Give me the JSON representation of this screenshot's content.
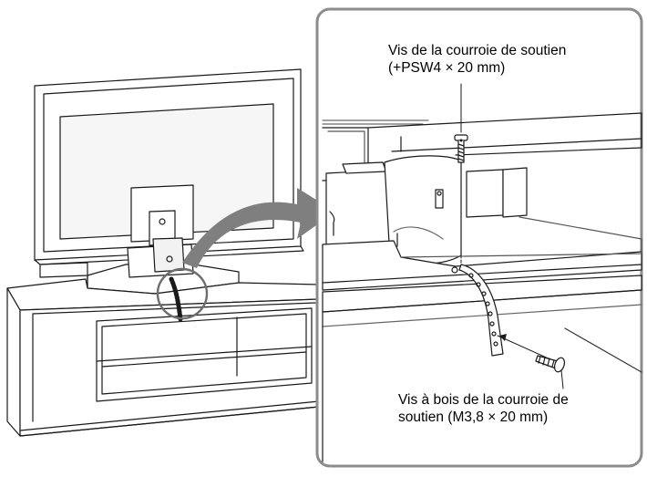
{
  "labels": {
    "support_belt_screw": {
      "line1": "Vis de la courroie de soutien",
      "line2": "(+PSW4 × 20 mm)"
    },
    "wood_screw": {
      "line1": "Vis à bois de la courroie de",
      "line2": "soutien (M3,8 × 20 mm)"
    }
  },
  "colors": {
    "frame": "#8c8c8c",
    "arrow": "#7f7f7f",
    "line": "#1a1a1a",
    "panel_fill": "#ffffff",
    "shade": "#d9d9d9"
  }
}
